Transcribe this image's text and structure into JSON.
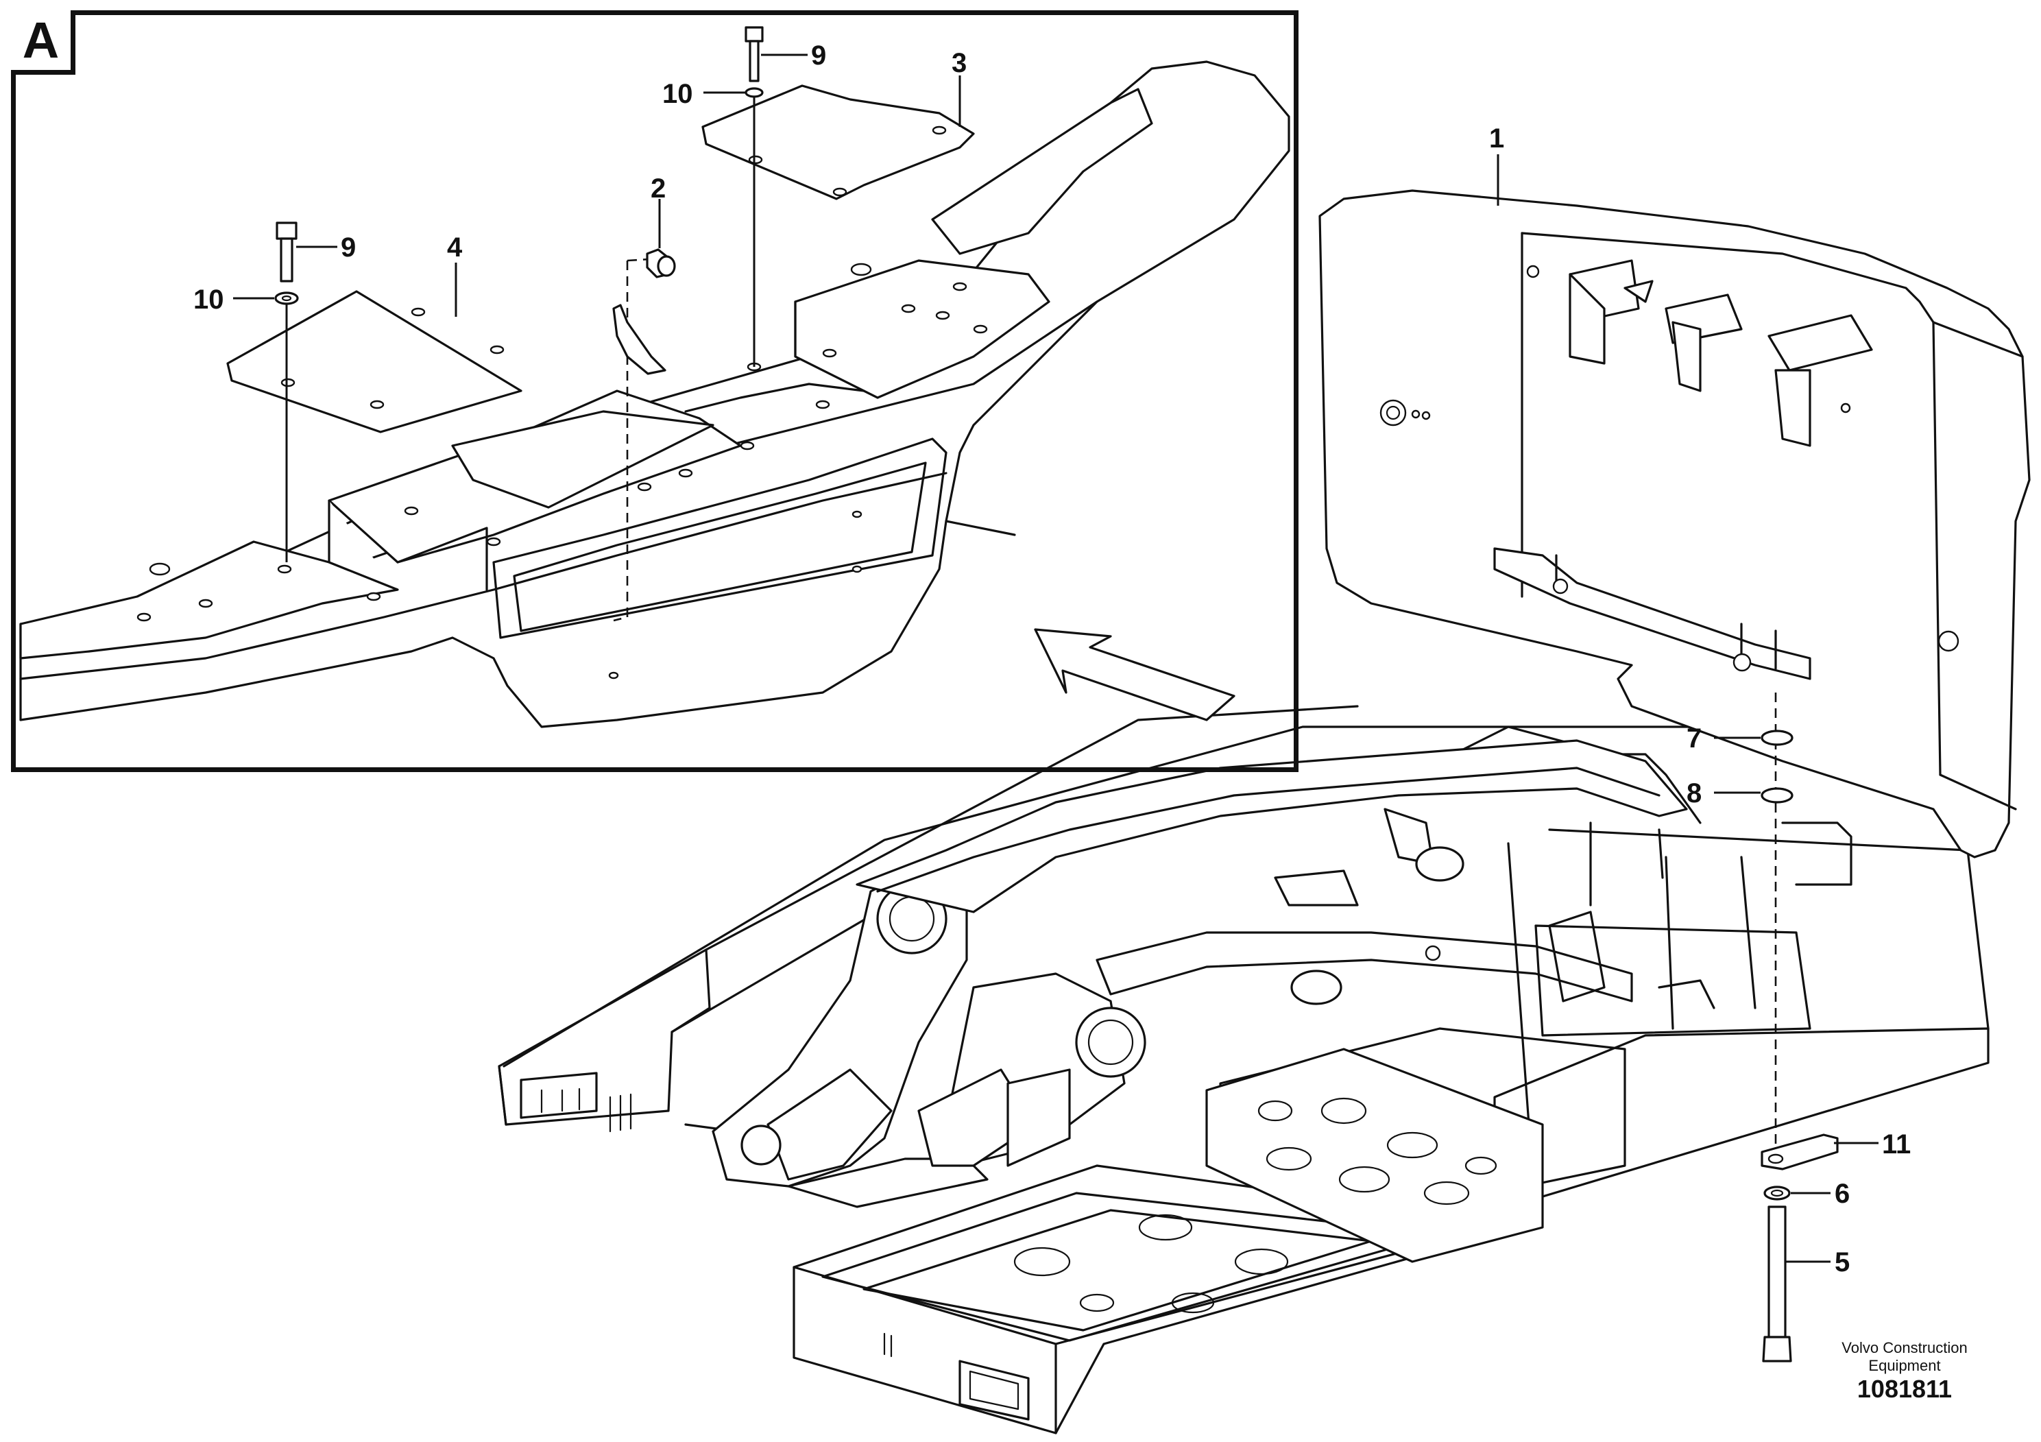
{
  "detail_view": {
    "label": "A"
  },
  "detail_callouts": [
    {
      "ref": "9"
    },
    {
      "ref": "10"
    },
    {
      "ref": "3"
    },
    {
      "ref": "2"
    },
    {
      "ref": "9"
    },
    {
      "ref": "10"
    },
    {
      "ref": "4"
    }
  ],
  "main_callouts": [
    {
      "ref": "1"
    },
    {
      "ref": "7"
    },
    {
      "ref": "8"
    },
    {
      "ref": "11"
    },
    {
      "ref": "6"
    },
    {
      "ref": "5"
    }
  ],
  "footer": {
    "company_line1": "Volvo Construction",
    "company_line2": "Equipment",
    "drawing_number": "1081811"
  }
}
